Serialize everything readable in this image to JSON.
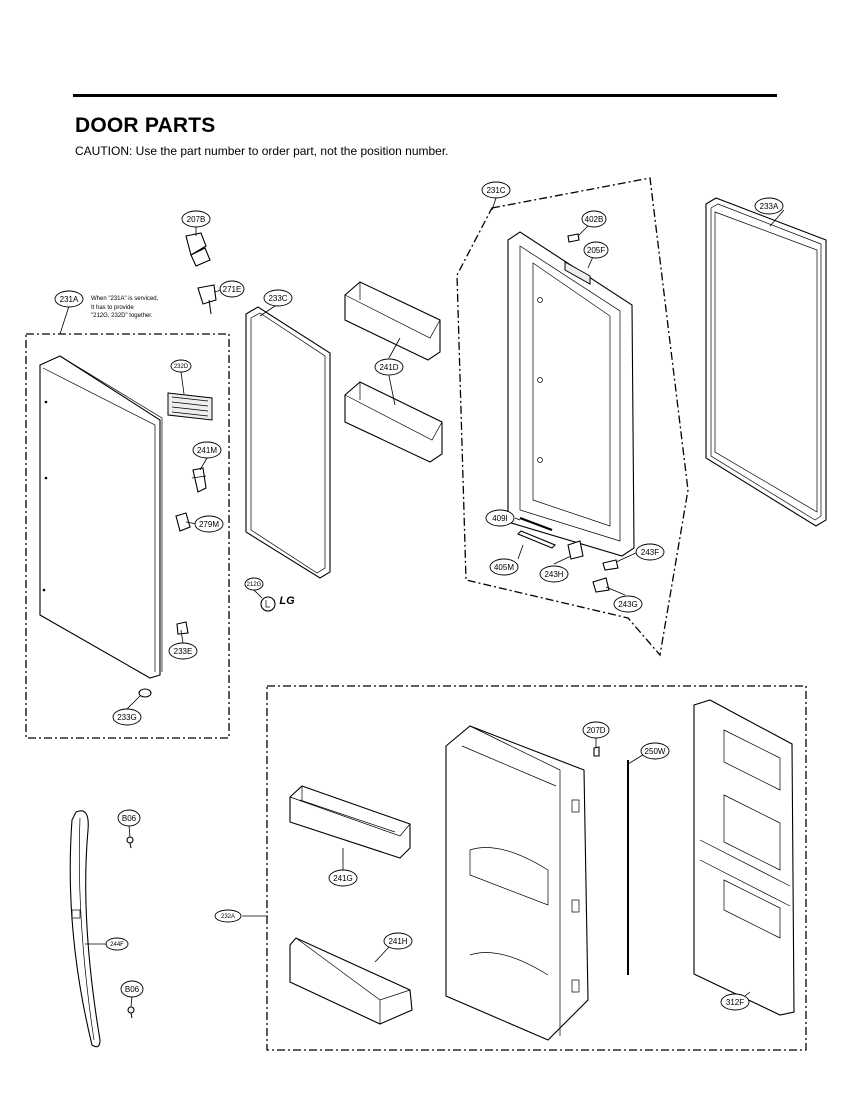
{
  "header": {
    "title": "DOOR PARTS",
    "caution": "CAUTION: Use the part number to order part, not the position number."
  },
  "note_231A": {
    "line1": "When \"231A\" is serviced,",
    "line2": "It has to provide",
    "line3": "\"212G, 232D\" together."
  },
  "logo_text": "LG",
  "callouts": {
    "p207B": "207B",
    "p271E": "271E",
    "p231A": "231A",
    "p233C": "233C",
    "p232D": "232D",
    "p241M": "241M",
    "p279M": "279M",
    "p212G": "212G",
    "p233E": "233E",
    "p233G": "233G",
    "p241D": "241D",
    "p231C": "231C",
    "p402B": "402B",
    "p205F": "205F",
    "p409I": "409I",
    "p405M": "405M",
    "p243H": "243H",
    "p243F": "243F",
    "p243G": "243G",
    "p233A": "233A",
    "p207D": "207D",
    "p250W": "250W",
    "pB06a": "B06",
    "pB06b": "B06",
    "p244F": "244F",
    "p241G": "241G",
    "p241H": "241H",
    "p232A": "232A",
    "p312F": "312F"
  }
}
